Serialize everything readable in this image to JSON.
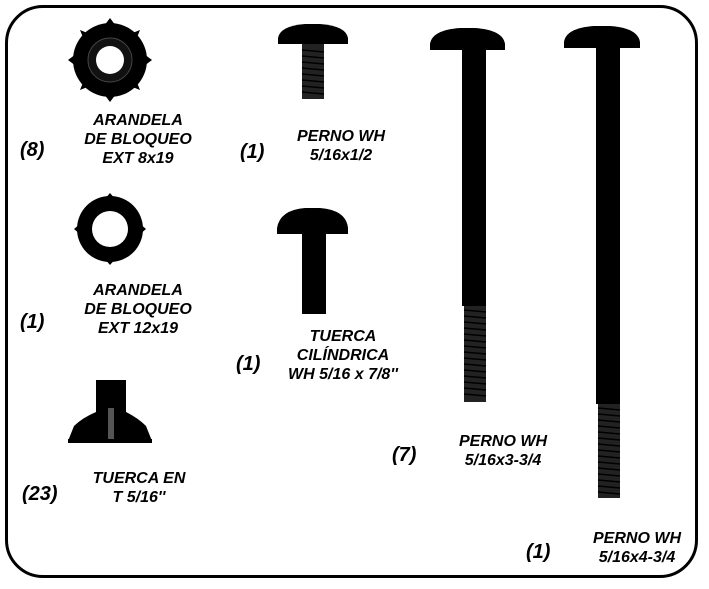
{
  "border_color": "#000000",
  "part_color": "#000000",
  "parts": [
    {
      "icon": "external-lock-washer-8x19-icon",
      "quantity": "(8)",
      "name_lines": [
        "ARANDELA",
        "DE BLOQUEO",
        "EXT 8x19"
      ]
    },
    {
      "icon": "external-lock-washer-12x19-icon",
      "quantity": "(1)",
      "name_lines": [
        "ARANDELA",
        "DE BLOQUEO",
        "EXT 12x19"
      ]
    },
    {
      "icon": "t-nut-icon",
      "quantity": "(23)",
      "name_lines": [
        "TUERCA EN",
        "T 5/16''"
      ]
    },
    {
      "icon": "short-bolt-icon",
      "quantity": "(1)",
      "name_lines": [
        "PERNO WH",
        "5/16x1/2"
      ]
    },
    {
      "icon": "barrel-nut-icon",
      "quantity": "(1)",
      "name_lines": [
        "TUERCA",
        "CILÍNDRICA",
        "WH 5/16 x 7/8''"
      ]
    },
    {
      "icon": "long-bolt-3-3-4-icon",
      "quantity": "(7)",
      "name_lines": [
        "PERNO WH",
        "5/16x3-3/4"
      ]
    },
    {
      "icon": "long-bolt-4-3-4-icon",
      "quantity": "(1)",
      "name_lines": [
        "PERNO WH",
        "5/16x4-3/4"
      ]
    }
  ]
}
